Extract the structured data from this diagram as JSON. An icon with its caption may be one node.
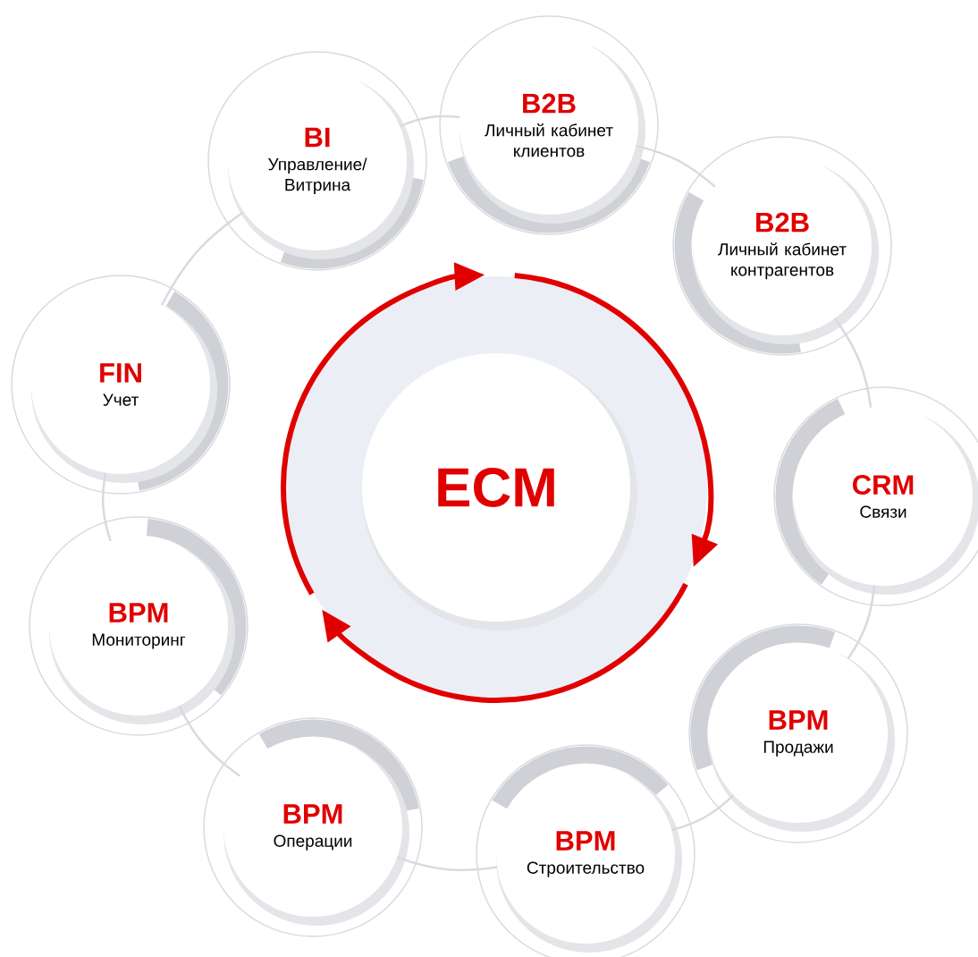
{
  "diagram": {
    "nodes": [
      {
        "text": [
          "ECM"
        ]
      },
      {
        "text": [
          "BI",
          "Управление/ Витрина"
        ]
      },
      {
        "text": [
          "B2B",
          "Личный кабинет клиентов"
        ]
      },
      {
        "text": [
          "B2B",
          "Личный кабинет контрагентов"
        ]
      },
      {
        "text": [
          "CRM",
          "Связи"
        ]
      },
      {
        "text": [
          "BPM",
          "Продажи"
        ]
      },
      {
        "text": [
          "BPM",
          "Строительство"
        ]
      },
      {
        "text": [
          "BPM",
          "Операции"
        ]
      },
      {
        "text": [
          "BPM",
          "Мониторинг"
        ]
      },
      {
        "text": [
          "FIN",
          "Учет"
        ]
      }
    ],
    "edges": [
      {
        "from": 1,
        "to": 2,
        "arrow": "none"
      },
      {
        "from": 2,
        "to": 3,
        "arrow": "none"
      },
      {
        "from": 3,
        "to": 4,
        "arrow": "none"
      },
      {
        "from": 4,
        "to": 5,
        "arrow": "none"
      },
      {
        "from": 5,
        "to": 6,
        "arrow": "none"
      },
      {
        "from": 6,
        "to": 7,
        "arrow": "none"
      },
      {
        "from": 7,
        "to": 8,
        "arrow": "none"
      },
      {
        "from": 8,
        "to": 9,
        "arrow": "none"
      },
      {
        "from": 9,
        "to": 1,
        "arrow": "none"
      }
    ]
  }
}
